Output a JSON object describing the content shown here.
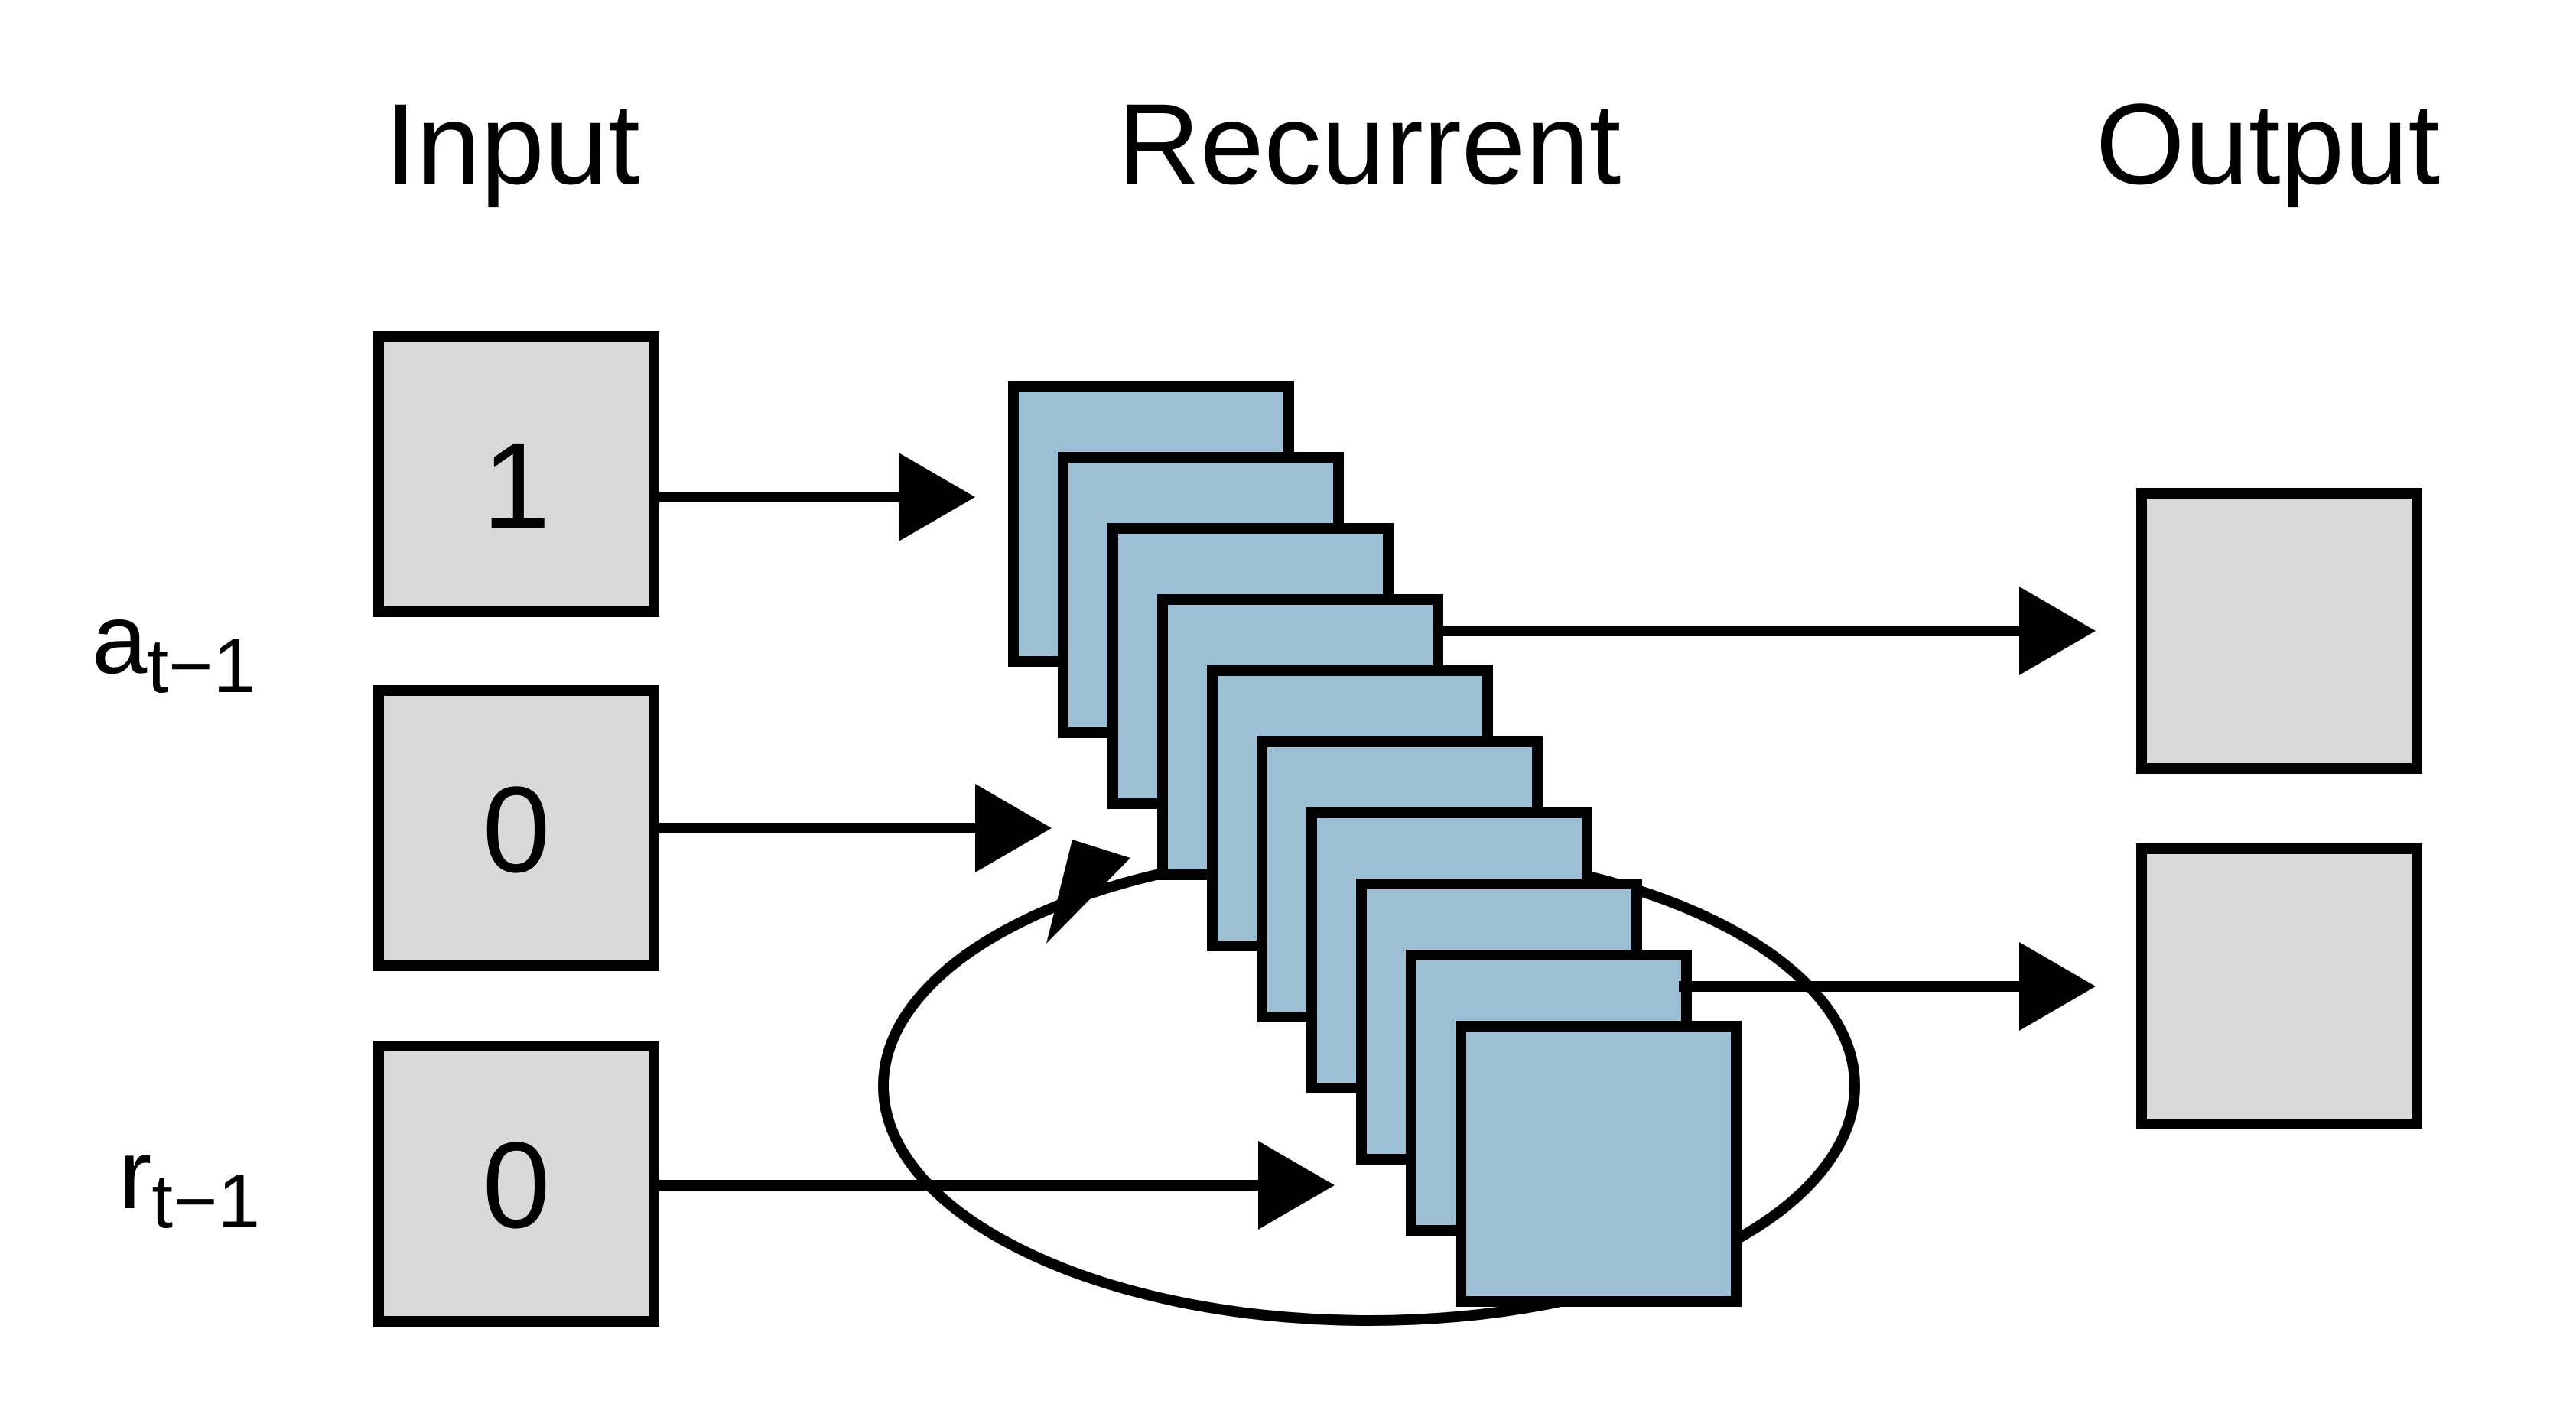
{
  "headers": {
    "input": "Input",
    "recurrent": "Recurrent",
    "output": "Output"
  },
  "input_values": [
    "1",
    "0",
    "0"
  ],
  "row_labels": {
    "a": {
      "base": "a",
      "sub": "t−1"
    },
    "r": {
      "base": "r",
      "sub": "t−1"
    }
  },
  "recurrent_layer_count": 10,
  "output_unit_count": 2,
  "colors": {
    "input_fill": "#d9d9d9",
    "output_fill": "#d9d9d9",
    "recurrent_fill": "#9dbfd4",
    "stroke": "#000000"
  }
}
